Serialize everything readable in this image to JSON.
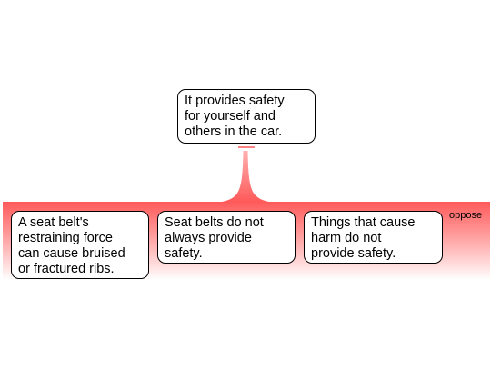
{
  "claim": {
    "text": "It provides safety\nfor yourself and\nothers in the car."
  },
  "group": {
    "label": "oppose",
    "color": "#ff5a5a"
  },
  "reasons": [
    {
      "text": "A seat belt's\nrestraining force\ncan cause bruised\nor fractured ribs."
    },
    {
      "text": "Seat belts do not\nalways provide\nsafety."
    },
    {
      "text": "Things that cause\nharm do not\nprovide safety."
    }
  ]
}
